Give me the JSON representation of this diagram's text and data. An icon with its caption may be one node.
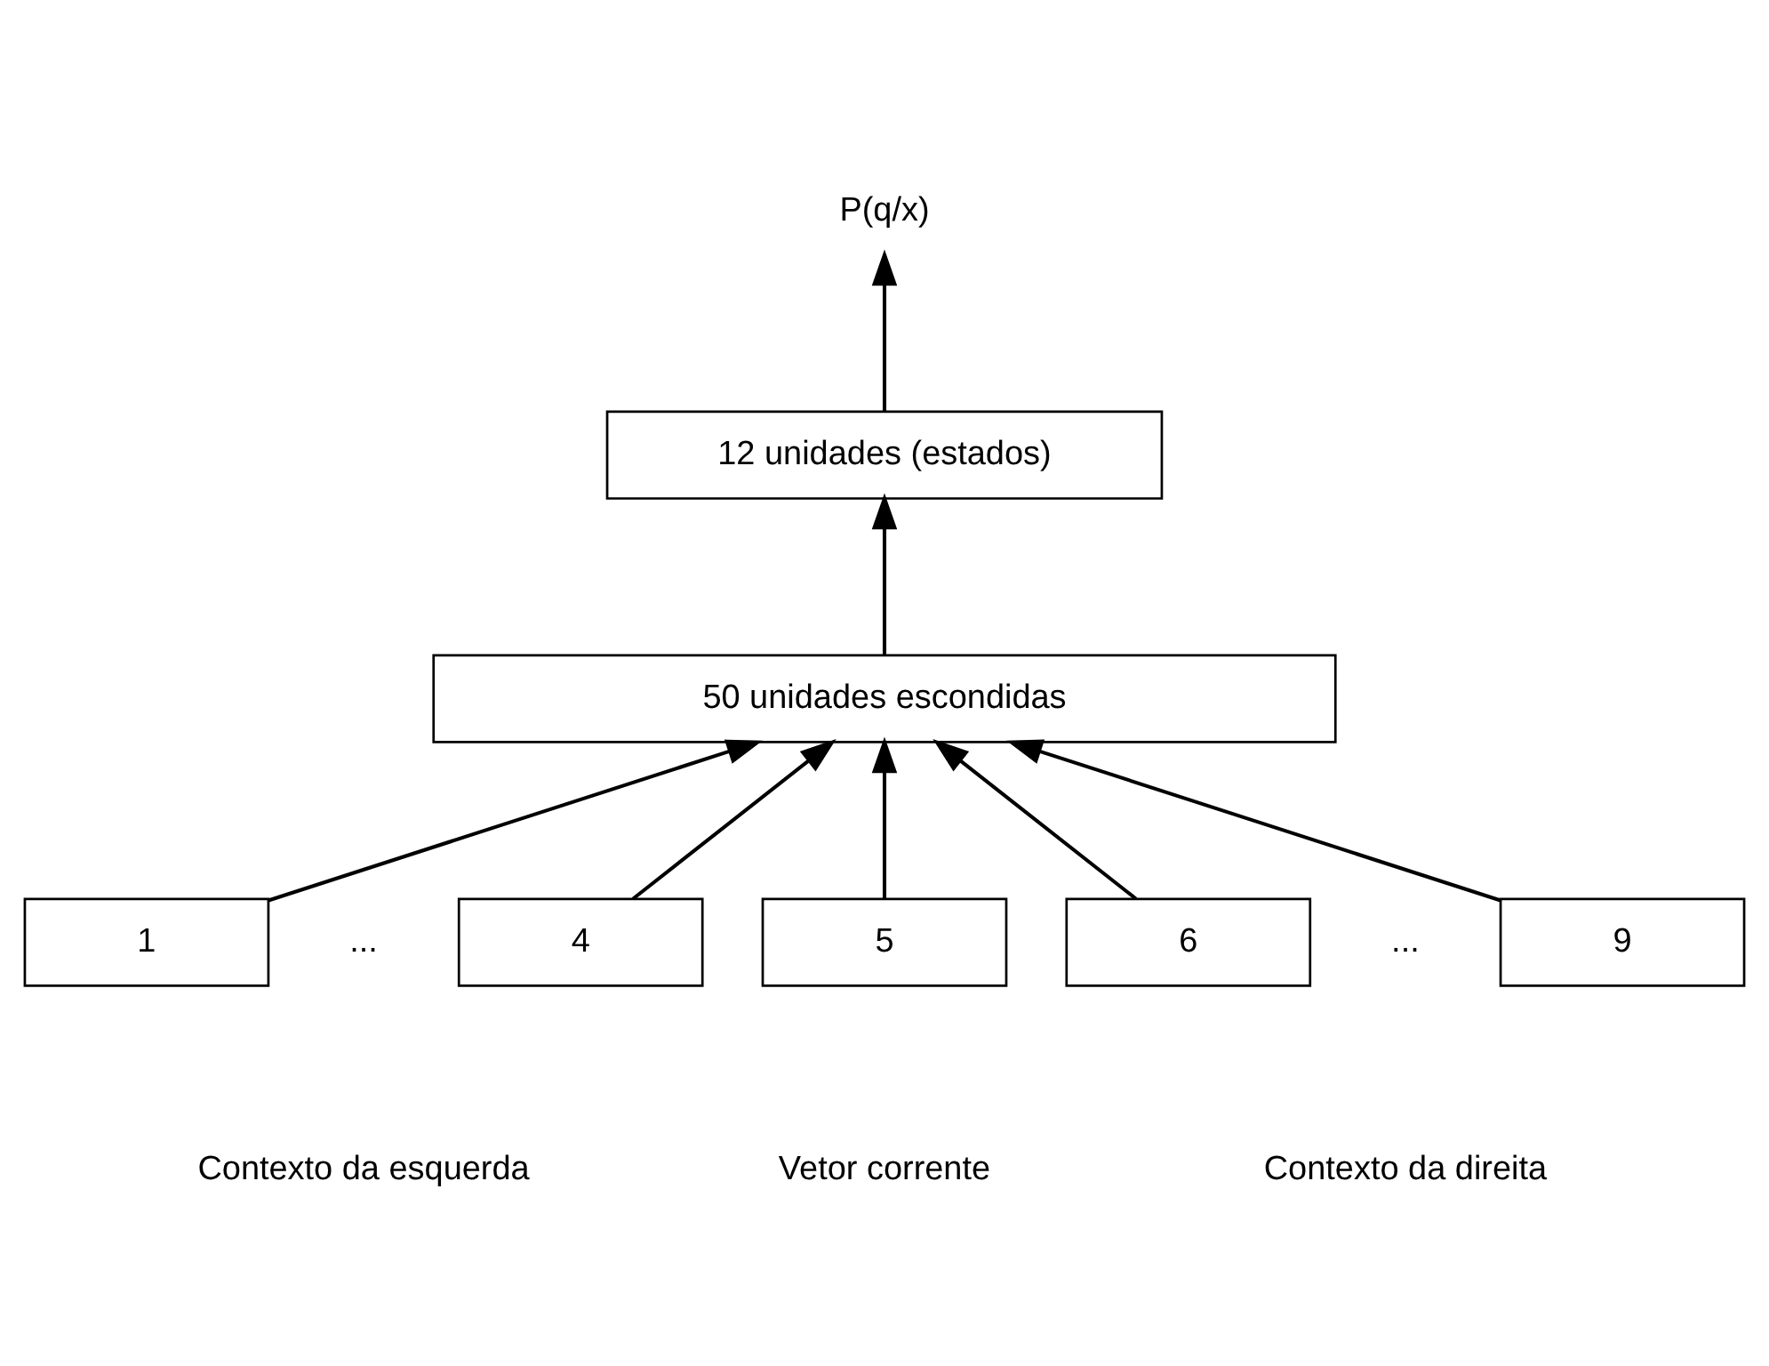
{
  "diagram": {
    "nodes": [
      {
        "text": [
          "P(q/x)"
        ]
      },
      {
        "text": [
          "12 unidades (estados)"
        ]
      },
      {
        "text": [
          "50 unidades escondidas"
        ]
      },
      {
        "text": [
          "1"
        ]
      },
      {
        "text": [
          "4"
        ]
      },
      {
        "text": [
          "5"
        ]
      },
      {
        "text": [
          "6"
        ]
      },
      {
        "text": [
          "9"
        ]
      }
    ],
    "edges": [
      {
        "from": 1,
        "to": 0,
        "arrow": "to"
      },
      {
        "from": 2,
        "to": 1,
        "arrow": "to"
      },
      {
        "from": 3,
        "to": 2,
        "arrow": "to"
      },
      {
        "from": 4,
        "to": 2,
        "arrow": "to"
      },
      {
        "from": 5,
        "to": 2,
        "arrow": "to"
      },
      {
        "from": 6,
        "to": 2,
        "arrow": "to"
      },
      {
        "from": 7,
        "to": 2,
        "arrow": "to"
      }
    ],
    "labels": [
      "...",
      "...",
      "Contexto da esquerda",
      "Vetor corrente",
      "Contexto da direita"
    ]
  }
}
